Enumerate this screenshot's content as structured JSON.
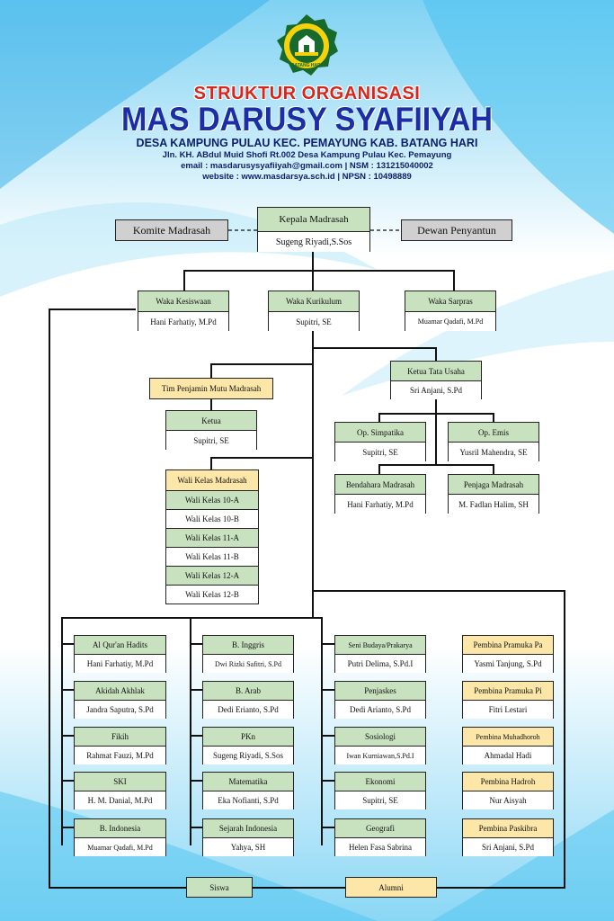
{
  "header": {
    "title_top": "STRUKTUR ORGANISASI",
    "title_main": "MAS DARUSY SYAFIIYAH",
    "address1": "DESA KAMPUNG PULAU KEC. PEMAYUNG KAB. BATANG HARI",
    "address2": "Jln. KH. ABdul Muid Shofi Rt.002 Desa Kampung Pulau Kec. Pemayung",
    "contact1": "email : masdarusysyafiiyah@gmail.com | NSM : 131215040002",
    "contact2": "website : www.masdarsya.sch.id | NPSN : 10498889",
    "logo_icon": "madrasah-emblem-icon",
    "logo_text": "BATANG HARI"
  },
  "colors": {
    "title_red": "#d9261c",
    "title_blue": "#1a2fa6",
    "navy": "#0d1f6b",
    "green_header": "#c8e2bf",
    "yellow_header": "#fce6a8",
    "grey_box": "#d0d0d0"
  },
  "top": {
    "komite": "Komite Madrasah",
    "dewan": "Dewan Penyantun",
    "kepala": {
      "role": "Kepala Madrasah",
      "name": "Sugeng Riyadi,S.Sos"
    }
  },
  "waka": [
    {
      "role": "Waka Kesiswaan",
      "name": "Hani Farhatiy, M.Pd"
    },
    {
      "role": "Waka Kurikulum",
      "name": "Supitri, SE"
    },
    {
      "role": "Waka Sarpras",
      "name": "Muamar Qadafi, M.Pd"
    }
  ],
  "tim": {
    "title": "Tim Penjamin Mutu Madrasah",
    "ketua": "Ketua",
    "name": "Supitri, SE"
  },
  "tata_usaha": {
    "role": "Ketua Tata Usaha",
    "name": "Sri Anjani, S.Pd"
  },
  "staff": [
    {
      "role": "Op. Simpatika",
      "name": "Supitri, SE"
    },
    {
      "role": "Op. Emis",
      "name": "Yusril Mahendra, SE"
    },
    {
      "role": "Bendahara Madrasah",
      "name": "Hani Farhatiy, M.Pd"
    },
    {
      "role": "Penjaga Madrasah",
      "name": "M. Fadlan Halim, SH"
    }
  ],
  "wali": {
    "title": "Wali Kelas Madrasah",
    "items": [
      "Wali Kelas 10-A",
      "Wali Kelas 10-B",
      "Wali Kelas 11-A",
      "Wali Kelas 11-B",
      "Wali Kelas 12-A",
      "Wali Kelas 12-B"
    ]
  },
  "teachers": [
    [
      {
        "role": "Al Qur'an Hadits",
        "name": "Hani Farhatiy, M.Pd"
      },
      {
        "role": "Akidah Akhlak",
        "name": "Jandra Saputra, S.Pd"
      },
      {
        "role": "Fikih",
        "name": "Rahmat Fauzi, M.Pd"
      },
      {
        "role": "SKI",
        "name": "H. M. Danial, M.Pd"
      },
      {
        "role": "B. Indonesia",
        "name": "Muamar Qadafi, M.Pd"
      }
    ],
    [
      {
        "role": "B. Inggris",
        "name": "Dwi Rizki Safitri, S.Pd"
      },
      {
        "role": "B. Arab",
        "name": "Dedi Erianto, S.Pd"
      },
      {
        "role": "PKn",
        "name": "Sugeng Riyadi, S.Sos"
      },
      {
        "role": "Matematika",
        "name": "Eka Nofianti, S.Pd"
      },
      {
        "role": "Sejarah Indonesia",
        "name": "Yahya, SH"
      }
    ],
    [
      {
        "role": "Seni Budaya/Prakarya",
        "name": "Putri Delima, S.Pd.I"
      },
      {
        "role": "Penjaskes",
        "name": "Dedi Arianto, S.Pd"
      },
      {
        "role": "Sosiologi",
        "name": "Iwan Kurniawan,S.Pd.I"
      },
      {
        "role": "Ekonomi",
        "name": "Supitri, SE"
      },
      {
        "role": "Geografi",
        "name": "Helen Fasa Sabrina"
      }
    ]
  ],
  "pembina": [
    {
      "role": "Pembina Pramuka Pa",
      "name": "Yasmi Tanjung, S.Pd"
    },
    {
      "role": "Pembina Pramuka Pi",
      "name": "Fitri Lestari"
    },
    {
      "role": "Pembina Muhadhoroh",
      "name": "Ahmadal Hadi"
    },
    {
      "role": "Pembina Hadroh",
      "name": "Nur Aisyah"
    },
    {
      "role": "Pembina Paskibra",
      "name": "Sri Anjani, S.Pd"
    }
  ],
  "bottom": {
    "siswa": "Siswa",
    "alumni": "Alumni"
  }
}
